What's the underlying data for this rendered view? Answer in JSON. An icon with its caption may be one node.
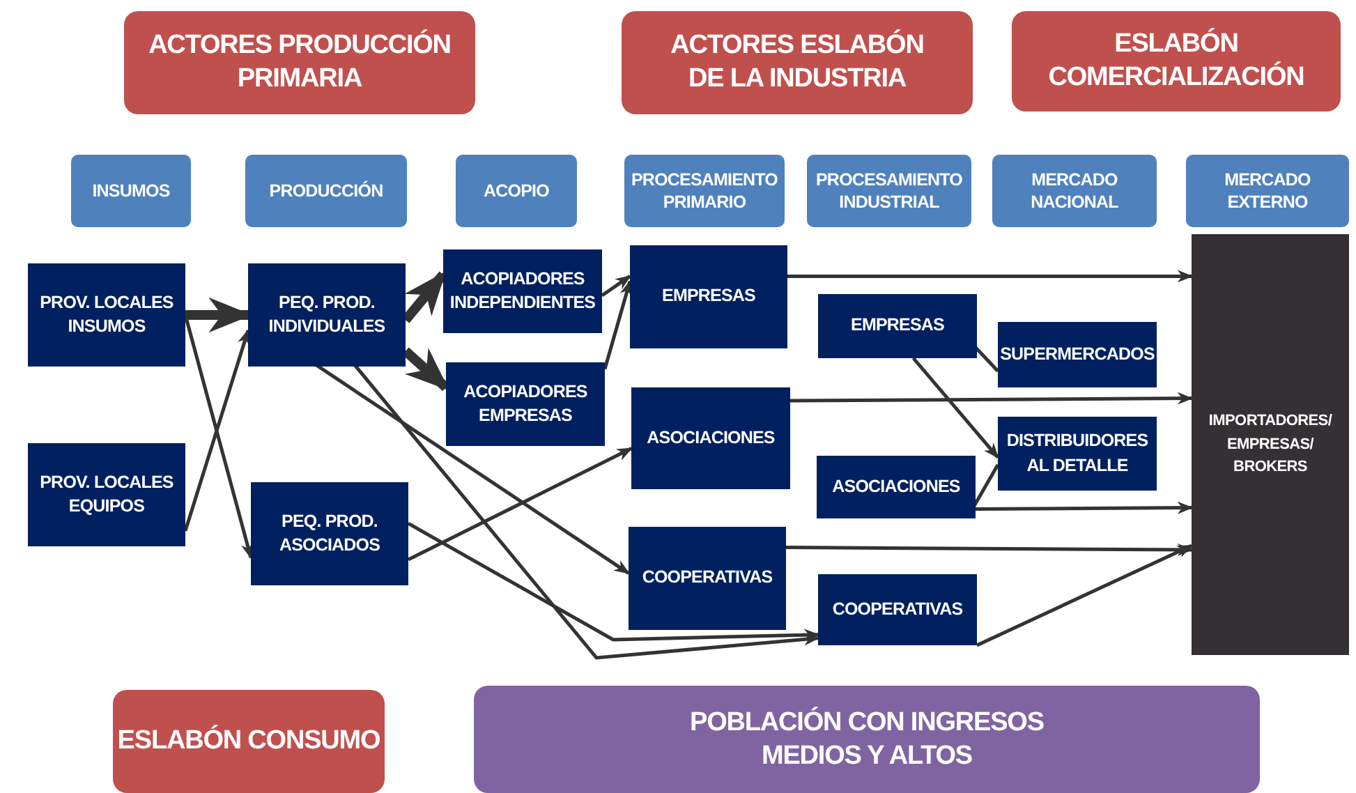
{
  "diagram": {
    "nodes": [
      {
        "text": [
          "ACTORES PRODUCCIÓN PRIMARIA"
        ]
      },
      {
        "text": [
          "ACTORES ESLABÓN DE LA INDUSTRIA"
        ]
      },
      {
        "text": [
          "ESLABÓN COMERCIALIZACIÓN"
        ]
      },
      {
        "text": [
          "INSUMOS"
        ]
      },
      {
        "text": [
          "PRODUCCIÓN"
        ]
      },
      {
        "text": [
          "ACOPIO"
        ]
      },
      {
        "text": [
          "PROCESAMIENTO PRIMARIO"
        ]
      },
      {
        "text": [
          "PROCESAMIENTO INDUSTRIAL"
        ]
      },
      {
        "text": [
          "MERCADO NACIONAL"
        ]
      },
      {
        "text": [
          "MERCADO EXTERNO"
        ]
      },
      {
        "text": [
          "PROV. LOCALES INSUMOS"
        ]
      },
      {
        "text": [
          "PROV. LOCALES EQUIPOS"
        ]
      },
      {
        "text": [
          "PEQ. PROD. INDIVIDUALES"
        ]
      },
      {
        "text": [
          "PEQ. PROD. ASOCIADOS"
        ]
      },
      {
        "text": [
          "ACOPIADORES INDEPENDIENTES"
        ]
      },
      {
        "text": [
          "ACOPIADORES EMPRESAS"
        ]
      },
      {
        "text": [
          "EMPRESAS"
        ]
      },
      {
        "text": [
          "ASOCIACIONES"
        ]
      },
      {
        "text": [
          "COOPERATIVAS"
        ]
      },
      {
        "text": [
          "EMPRESAS"
        ]
      },
      {
        "text": [
          "ASOCIACIONES"
        ]
      },
      {
        "text": [
          "COOPERATIVAS"
        ]
      },
      {
        "text": [
          "SUPERMERCADOS"
        ]
      },
      {
        "text": [
          "DISTRIBUIDORES AL DETALLE"
        ]
      },
      {
        "text": [
          "IMPORTADORES/ EMPRESAS/ BROKERS"
        ]
      },
      {
        "text": [
          "ESLABÓN CONSUMO"
        ]
      },
      {
        "text": [
          "POBLACIÓN CON INGRESOS MEDIOS Y ALTOS"
        ]
      }
    ],
    "edges": [
      {
        "from": 10,
        "to": 12,
        "arrow": "to",
        "style": "thick"
      },
      {
        "from": 10,
        "to": 13,
        "arrow": "to"
      },
      {
        "from": 11,
        "to": 12,
        "arrow": "to"
      },
      {
        "from": 12,
        "to": 14,
        "arrow": "to",
        "style": "thick"
      },
      {
        "from": 12,
        "to": 15,
        "arrow": "to",
        "style": "thick"
      },
      {
        "from": 14,
        "to": 16,
        "arrow": "to"
      },
      {
        "from": 15,
        "to": 16,
        "arrow": "to"
      },
      {
        "from": 13,
        "to": 17,
        "arrow": "to"
      },
      {
        "from": 13,
        "to": 21,
        "arrow": "to"
      },
      {
        "from": 12,
        "to": 18,
        "arrow": "to"
      },
      {
        "from": 12,
        "to": 21,
        "arrow": "to"
      },
      {
        "from": 16,
        "to": 24,
        "arrow": "to"
      },
      {
        "from": 17,
        "to": 24,
        "arrow": "to"
      },
      {
        "from": 18,
        "to": 24,
        "arrow": "to"
      },
      {
        "from": 19,
        "to": 22,
        "arrow": "none"
      },
      {
        "from": 19,
        "to": 23,
        "arrow": "to"
      },
      {
        "from": 20,
        "to": 23,
        "arrow": "none"
      },
      {
        "from": 20,
        "to": 24,
        "arrow": "to"
      },
      {
        "from": 21,
        "to": 24,
        "arrow": "to"
      }
    ]
  }
}
